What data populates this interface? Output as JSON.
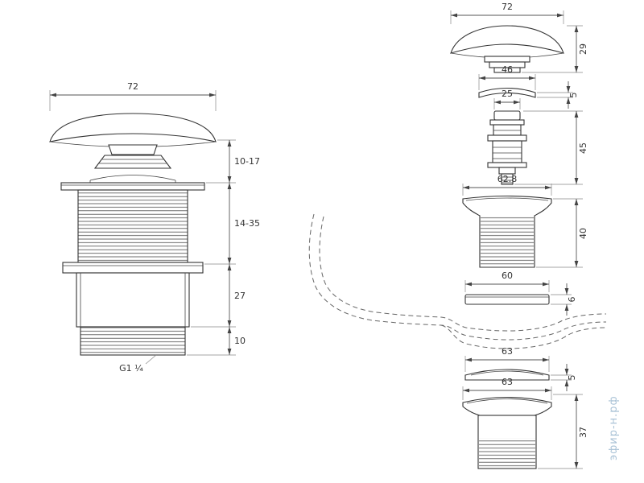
{
  "assembled_view": {
    "width": "72",
    "cap_height": "10-17",
    "thread_length": "14-35",
    "body_height": "27",
    "tail_height": "10",
    "thread_spec": "G1 ¼"
  },
  "exploded_view": {
    "cap_width": "72",
    "cap_height": "29",
    "seal_width": "46",
    "seal_height": "5",
    "valve_width": "25",
    "valve_height": "45",
    "body_width": "62.8",
    "body_height": "40",
    "washer_width": "60",
    "washer_height": "6",
    "ring_width": "63",
    "ring_height": "5",
    "tail_width": "63",
    "tail_height": "37"
  },
  "watermark": "эфир-н.рф"
}
